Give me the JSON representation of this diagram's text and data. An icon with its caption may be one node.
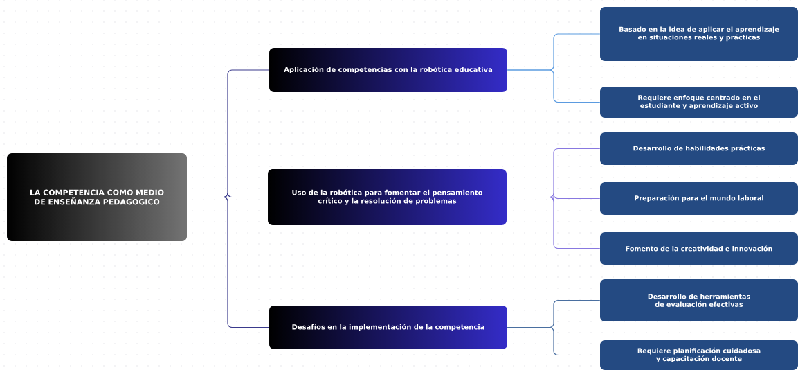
{
  "diagram": {
    "nodes": [
      {
        "text": [
          "LA COMPETENCIA COMO MEDIO DE ENSEÑANZA PEDAGOGICO"
        ]
      },
      {
        "text": [
          "Aplicación de competencias con la robótica educativa"
        ]
      },
      {
        "text": [
          "Uso de la robótica para fomentar el pensamiento crítico y la resolución de problemas"
        ]
      },
      {
        "text": [
          "Desafíos en la implementación de la competencia"
        ]
      },
      {
        "text": [
          "Basado en la idea de aplicar el aprendizaje en situaciones reales y prácticas"
        ]
      },
      {
        "text": [
          "Requiere enfoque centrado en el estudiante y aprendizaje activo"
        ]
      },
      {
        "text": [
          "Desarrollo de habilidades prácticas"
        ]
      },
      {
        "text": [
          "Preparación para el mundo laboral"
        ]
      },
      {
        "text": [
          "Fomento de la creatividad e innovación"
        ]
      },
      {
        "text": [
          "Desarrollo de herramientas de evaluación efectivas"
        ]
      },
      {
        "text": [
          "Requiere planificación cuidadosa y capacitación docente"
        ]
      }
    ],
    "edges": [
      {
        "from": 0,
        "to": 1,
        "arrow": "none",
        "color": "#3a3a8c"
      },
      {
        "from": 0,
        "to": 2,
        "arrow": "none",
        "color": "#3a3a8c"
      },
      {
        "from": 0,
        "to": 3,
        "arrow": "none",
        "color": "#3a3a8c"
      },
      {
        "from": 1,
        "to": 4,
        "arrow": "none",
        "color": "#5b9be0"
      },
      {
        "from": 1,
        "to": 5,
        "arrow": "none",
        "color": "#5b9be0"
      },
      {
        "from": 2,
        "to": 6,
        "arrow": "none",
        "color": "#8878e0"
      },
      {
        "from": 2,
        "to": 7,
        "arrow": "none",
        "color": "#8878e0"
      },
      {
        "from": 2,
        "to": 8,
        "arrow": "none",
        "color": "#8878e0"
      },
      {
        "from": 3,
        "to": 9,
        "arrow": "none",
        "color": "#4a6fa0"
      },
      {
        "from": 3,
        "to": 10,
        "arrow": "none",
        "color": "#4a6fa0"
      }
    ]
  }
}
